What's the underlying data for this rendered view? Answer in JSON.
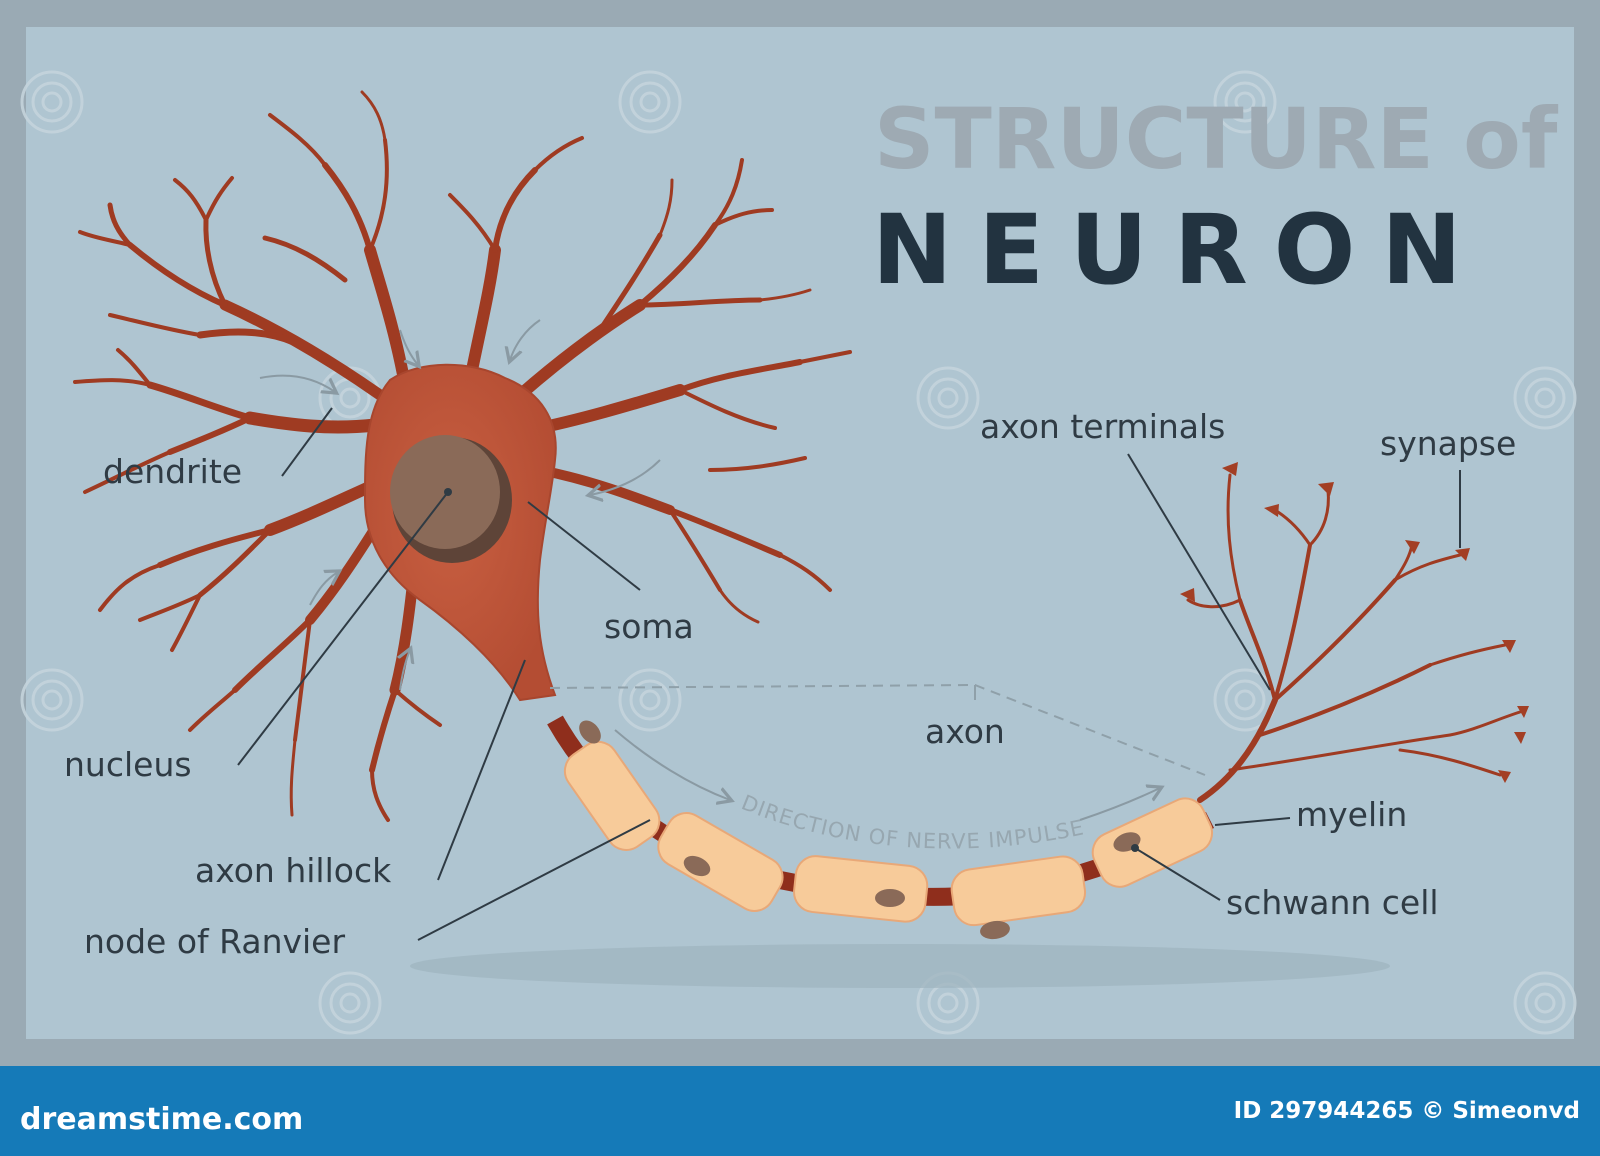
{
  "title": {
    "line1": "STRUCTURE of",
    "line2": "NEURON"
  },
  "labels": {
    "dendrite": "dendrite",
    "nucleus": "nucleus",
    "axon_hillock": "axon hillock",
    "node_of_ranvier": "node of Ranvier",
    "soma": "soma",
    "axon": "axon",
    "axon_terminals": "axon terminals",
    "synapse": "synapse",
    "myelin": "myelin",
    "schwann_cell": "schwann  cell"
  },
  "direction_text": "DIRECTION OF NERVE IMPULSE",
  "footer": {
    "site": "dreamstime.com",
    "id_credit": "ID 297944265 © Simeonvd"
  },
  "colors": {
    "background": "#afc5d1",
    "frame": "#9aaab4",
    "soma": "#c45a3e",
    "dendrite": "#9f3b22",
    "nucleus": "#8a6a58",
    "myelin": "#f7cb9a",
    "node": "#8f2e1c",
    "footer_bar": "#157ab8",
    "title_light": "#9eaab3",
    "title_dark": "#223340"
  }
}
